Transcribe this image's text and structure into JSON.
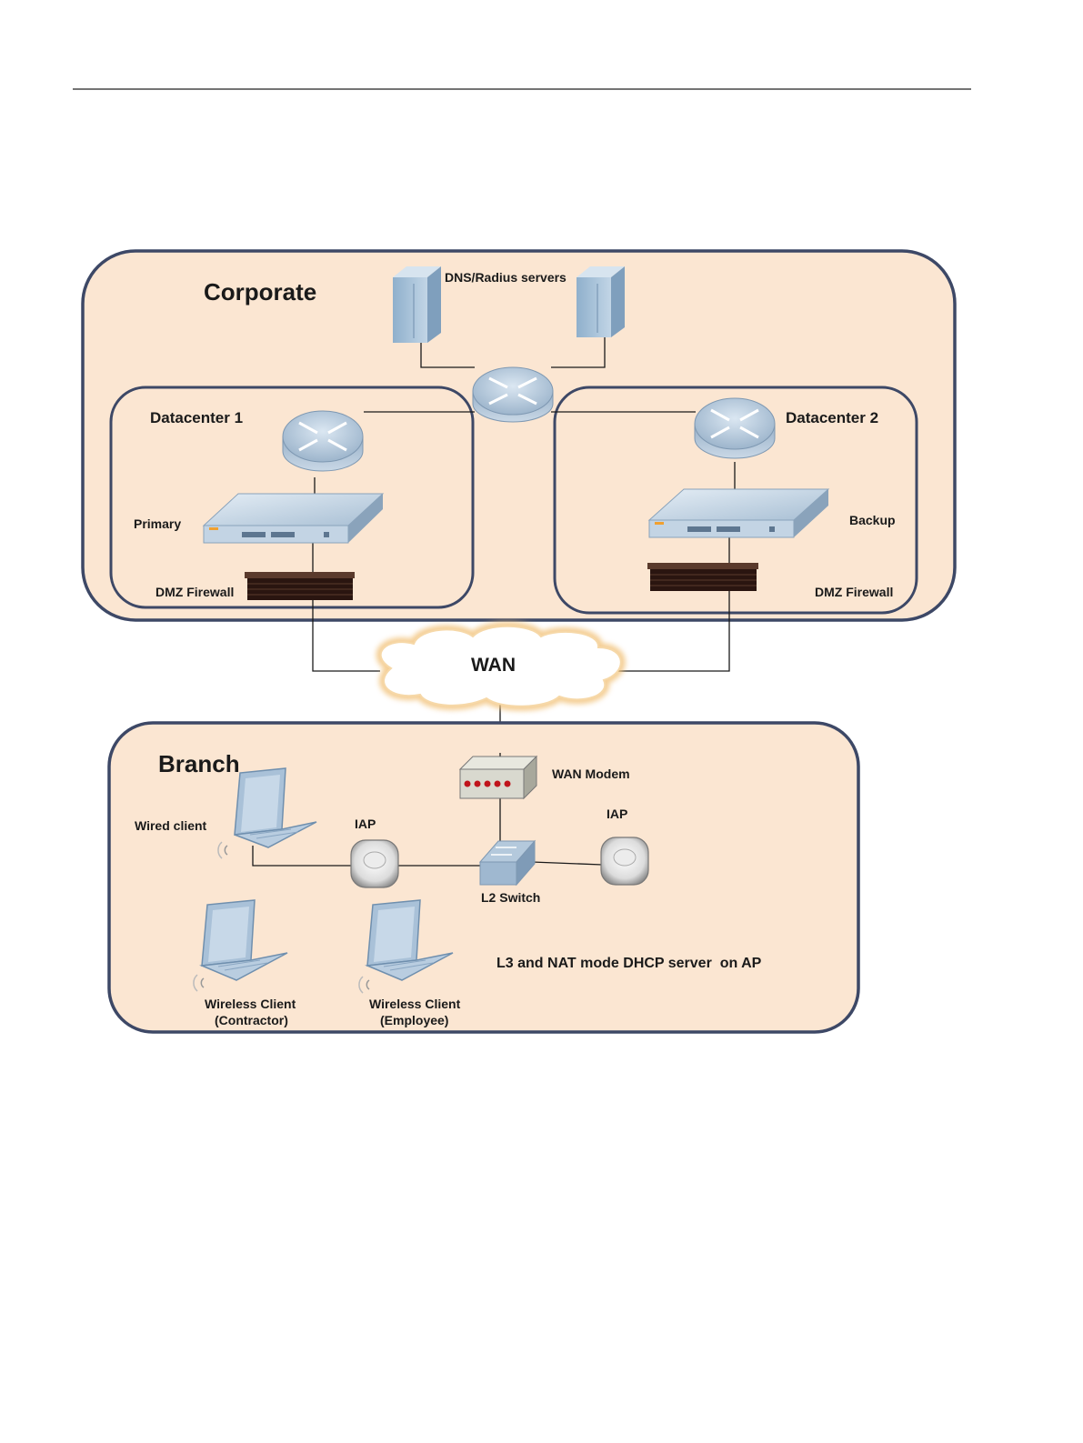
{
  "corporate": {
    "title": "Corporate",
    "servers_label": "DNS/Radius servers",
    "dc1": {
      "title": "Datacenter 1",
      "controller_label": "Primary",
      "firewall_label": "DMZ Firewall"
    },
    "dc2": {
      "title": "Datacenter 2",
      "controller_label": "Backup",
      "firewall_label": "DMZ Firewall"
    }
  },
  "wan": {
    "label": "WAN"
  },
  "branch": {
    "title": "Branch",
    "modem_label": "WAN Modem",
    "switch_label": "L2 Switch",
    "iap_left_label": "IAP",
    "iap_right_label": "IAP",
    "wired_client_label": "Wired client",
    "wireless_contractor": {
      "line1": "Wireless Client",
      "line2": "(Contractor)"
    },
    "wireless_employee": {
      "line1": "Wireless Client",
      "line2": "(Employee)"
    },
    "note": "L3 and NAT mode DHCP server  on AP"
  },
  "colors": {
    "region_fill": "#fbe6d2",
    "region_stroke": "#3d4866",
    "device_blue": "#a9c1d8",
    "firewall": "#2a1510",
    "modem": "#d9d9cf",
    "modem_led": "#c0141c"
  }
}
